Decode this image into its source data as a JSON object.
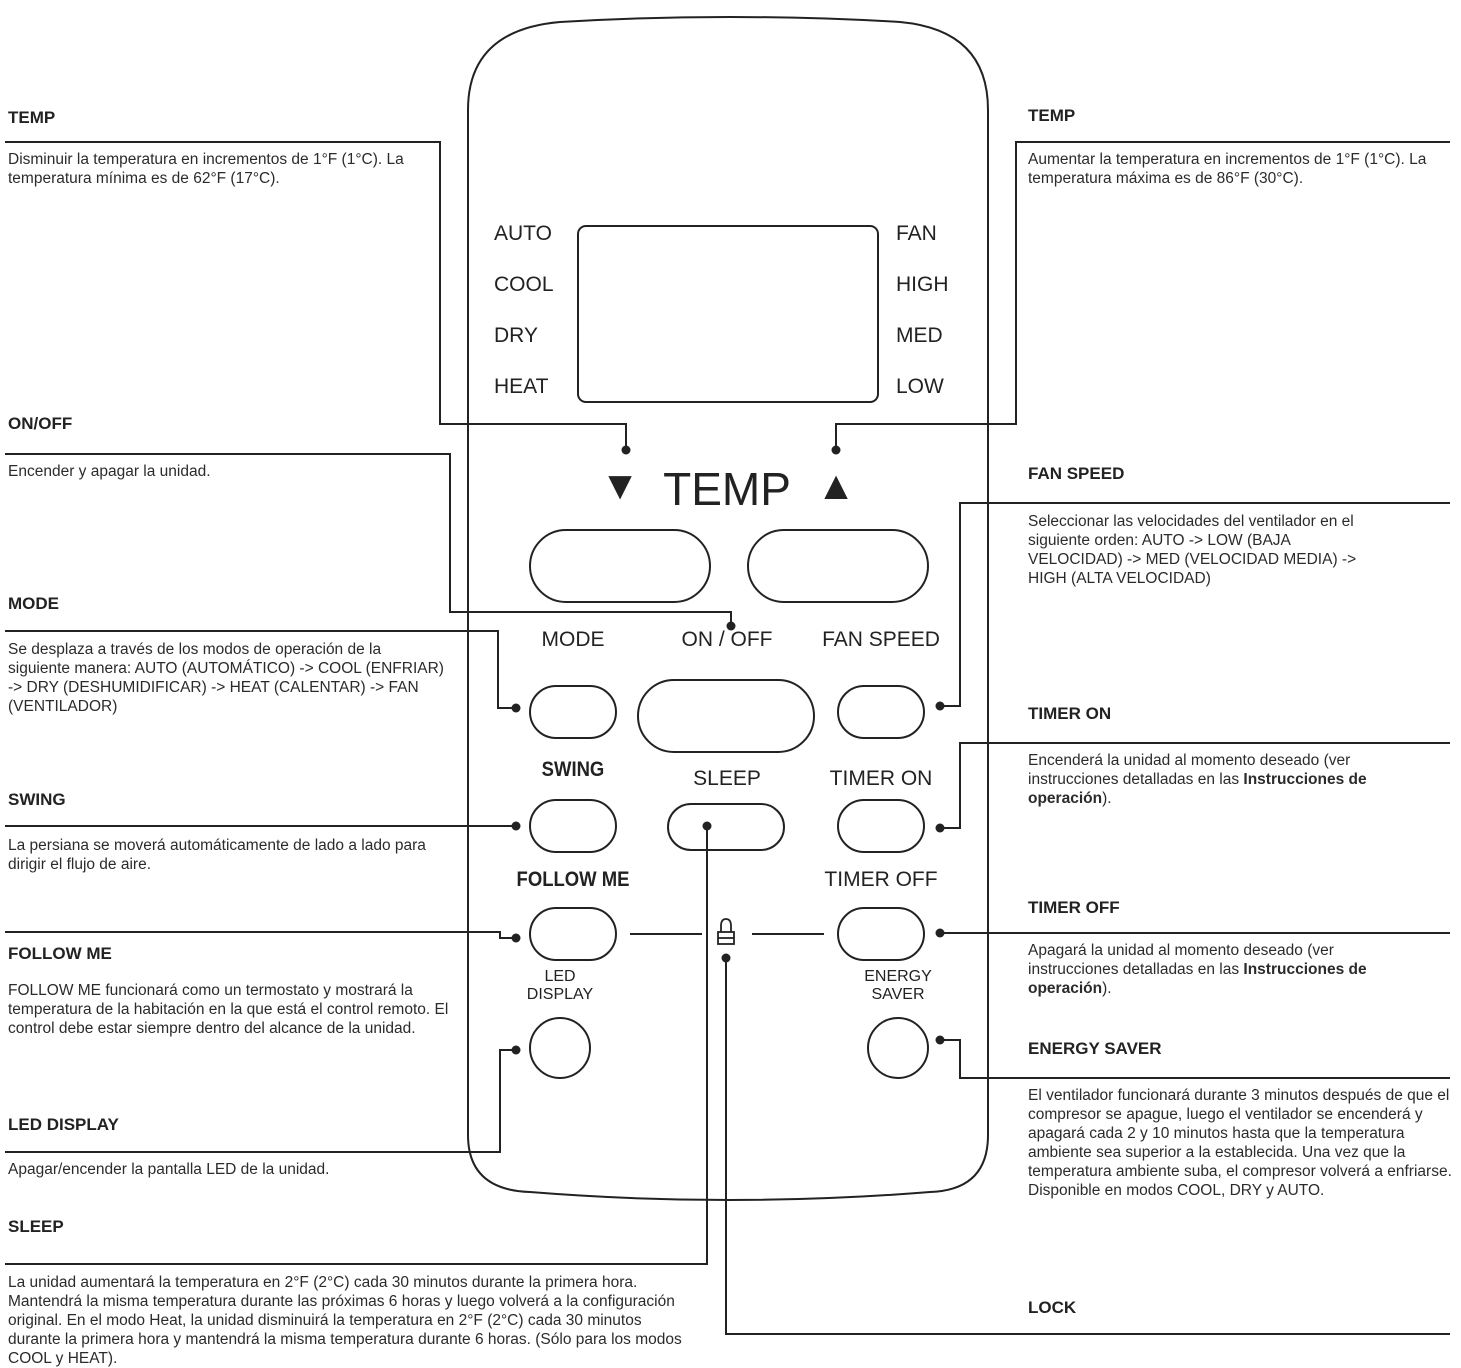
{
  "remote": {
    "mode_list": [
      "AUTO",
      "COOL",
      "DRY",
      "HEAT"
    ],
    "fan_list": [
      "FAN",
      "HIGH",
      "MED",
      "LOW"
    ],
    "temp_label": "TEMP",
    "temp_down_glyph": "▼",
    "temp_up_glyph": "▲",
    "buttons": {
      "mode": "MODE",
      "onoff": "ON / OFF",
      "fan_speed": "FAN SPEED",
      "swing": "SWING",
      "sleep": "SLEEP",
      "timer_on": "TIMER ON",
      "follow_me": "FOLLOW ME",
      "timer_off": "TIMER OFF",
      "led_display": "LED\nDISPLAY",
      "energy_saver": "ENERGY\nSAVER"
    },
    "lock_icon": "padlock-icon"
  },
  "annotations": {
    "temp_down": {
      "title": "TEMP",
      "desc": "Disminuir la temperatura en incrementos de 1°F (1°C). La temperatura mínima es de 62°F (17°C)."
    },
    "temp_up": {
      "title": "TEMP",
      "desc": "Aumentar la temperatura en incrementos de 1°F (1°C). La temperatura máxima es de 86°F (30°C)."
    },
    "onoff": {
      "title": "ON/OFF",
      "desc": "Encender y apagar la unidad."
    },
    "mode": {
      "title": "MODE",
      "desc": "Se desplaza a través de los modos de operación de la siguiente manera: AUTO (AUTOMÁTICO) -> COOL (ENFRIAR) -> DRY (DESHUMIDIFICAR) -> HEAT (CALENTAR) -> FAN (VENTILADOR)"
    },
    "swing": {
      "title": "SWING",
      "desc": "La persiana se moverá automáticamente de lado a lado para dirigir el flujo de aire."
    },
    "follow_me": {
      "title": "FOLLOW ME",
      "desc": "FOLLOW ME funcionará como un termostato y mostrará la temperatura de la habitación en la que está el control remoto. El control debe estar siempre dentro del alcance de la unidad."
    },
    "led_display": {
      "title": "LED DISPLAY",
      "desc": "Apagar/encender la pantalla LED de la unidad."
    },
    "sleep": {
      "title": "SLEEP",
      "desc": "La unidad aumentará la temperatura en 2°F (2°C) cada 30 minutos durante la primera hora. Mantendrá la misma temperatura durante las próximas 6 horas y luego volverá a la configuración original. En el modo Heat, la unidad disminuirá la temperatura en 2°F (2°C) cada 30 minutos durante la primera hora y mantendrá la misma temperatura durante 6 horas. (Sólo para los modos COOL y HEAT)."
    },
    "fan_speed": {
      "title": "FAN SPEED",
      "desc": "Seleccionar las velocidades del ventilador en el siguiente orden: AUTO -> LOW (BAJA VELOCIDAD) -> MED (VELOCIDAD MEDIA) -> HIGH (ALTA VELOCIDAD)"
    },
    "timer_on": {
      "title": "TIMER ON",
      "desc_prefix": "Encenderá la unidad al momento deseado (ver instrucciones detalladas en las ",
      "desc_bold": "Instrucciones de operación",
      "desc_suffix": ")."
    },
    "timer_off": {
      "title": "TIMER OFF",
      "desc_prefix": "Apagará la unidad al momento deseado (ver instrucciones detalladas en las ",
      "desc_bold": "Instrucciones de operación",
      "desc_suffix": ")."
    },
    "energy_saver": {
      "title": "ENERGY SAVER",
      "desc": "El ventilador funcionará durante 3 minutos después de que el compresor se apague, luego el ventilador se encenderá y apagará cada 2 y 10 minutos hasta que la temperatura ambiente sea superior a la establecida. Una vez que la temperatura ambiente suba, el compresor volverá a enfriarse. Disponible en modos COOL, DRY y AUTO."
    },
    "lock": {
      "title": "LOCK"
    }
  },
  "colors": {
    "line": "#222222",
    "text": "#2b2b2b"
  }
}
